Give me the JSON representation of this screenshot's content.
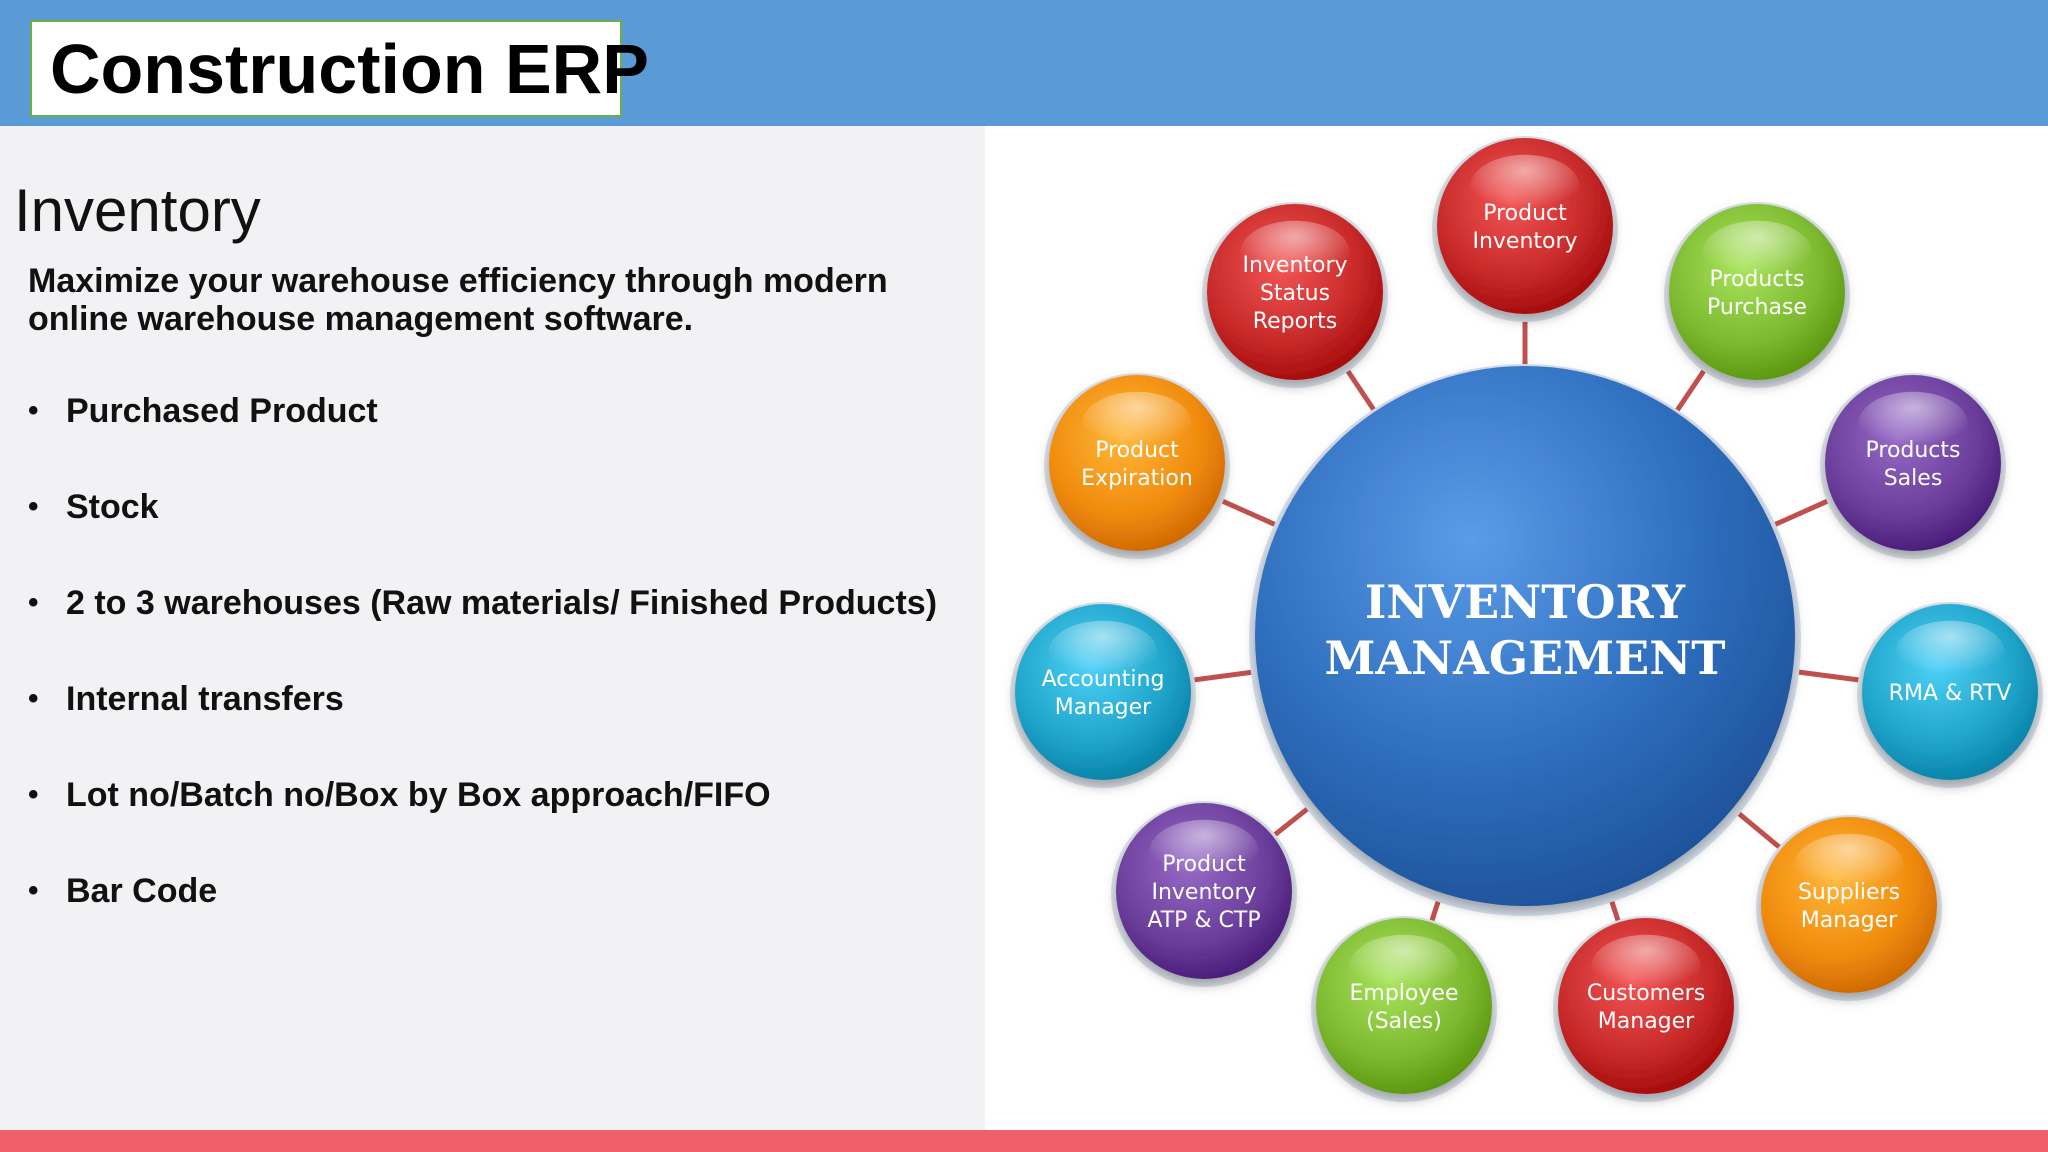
{
  "header": {
    "title": "Construction ERP"
  },
  "content": {
    "section_title": "Inventory",
    "intro_line1": "Maximize your warehouse efficiency through modern",
    "intro_line2": "online warehouse management software.",
    "bullets": [
      "Purchased Product",
      "Stock",
      "2 to 3 warehouses (Raw materials/ Finished Products)",
      "Internal transfers",
      "Lot no/Batch no/Box by Box approach/FIFO",
      "Bar Code"
    ]
  },
  "diagram": {
    "center_line1": "INVENTORY",
    "center_line2": "MANAGEMENT",
    "nodes": [
      {
        "lines": [
          "Product",
          "Inventory"
        ],
        "color": "#c62828"
      },
      {
        "lines": [
          "Products",
          "Purchase"
        ],
        "color": "#7cb82f"
      },
      {
        "lines": [
          "Products",
          "Sales"
        ],
        "color": "#6a3d9a"
      },
      {
        "lines": [
          "RMA & RTV"
        ],
        "color": "#1fa3c9"
      },
      {
        "lines": [
          "Suppliers",
          "Manager"
        ],
        "color": "#f08a0c"
      },
      {
        "lines": [
          "Customers",
          "Manager"
        ],
        "color": "#c62828"
      },
      {
        "lines": [
          "Employee",
          "(Sales)"
        ],
        "color": "#7cb82f"
      },
      {
        "lines": [
          "Product",
          "Inventory",
          "ATP & CTP"
        ],
        "color": "#6a3d9a"
      },
      {
        "lines": [
          "Accounting",
          "Manager"
        ],
        "color": "#1fa3c9"
      },
      {
        "lines": [
          "Product",
          "Expiration"
        ],
        "color": "#f08a0c"
      },
      {
        "lines": [
          "Inventory",
          "Status",
          "Reports"
        ],
        "color": "#c62828"
      }
    ],
    "center_color": "#2f6fbf",
    "connector_color": "#c0504d"
  },
  "colors": {
    "header": "#5b9bd5",
    "title_border": "#70ad47",
    "footer": "#f0606a"
  }
}
